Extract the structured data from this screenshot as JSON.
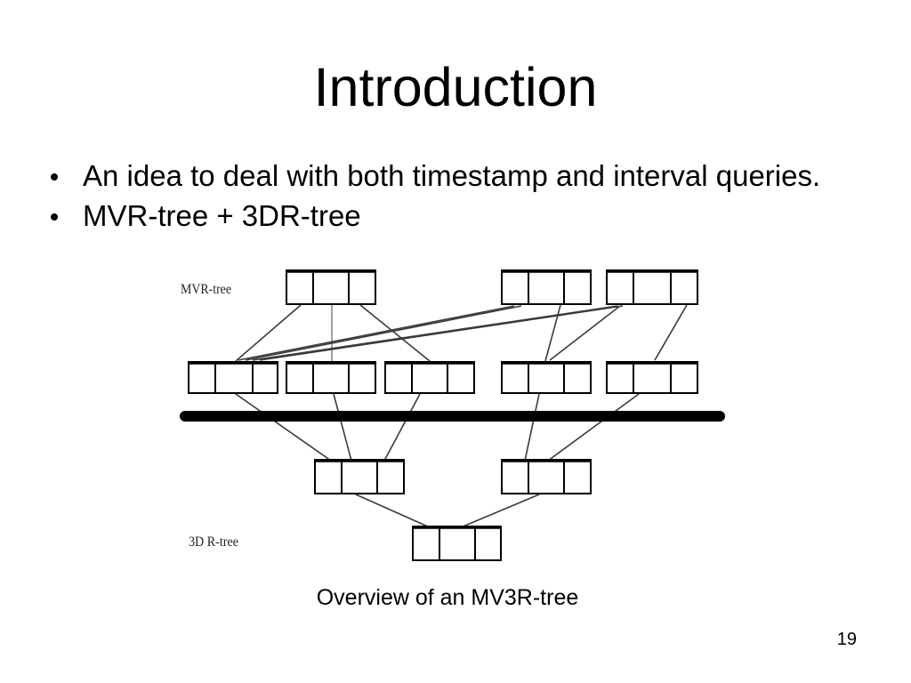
{
  "slide": {
    "title": "Introduction",
    "bullets": [
      "An idea to deal with both timestamp and interval queries.",
      "MVR-tree + 3DR-tree"
    ],
    "page_number": "19"
  },
  "figure": {
    "labels": {
      "mvr_tree": "MVR-tree",
      "three_d_r_tree": "3D R-tree"
    },
    "caption": "Overview of an MV3R-tree"
  }
}
